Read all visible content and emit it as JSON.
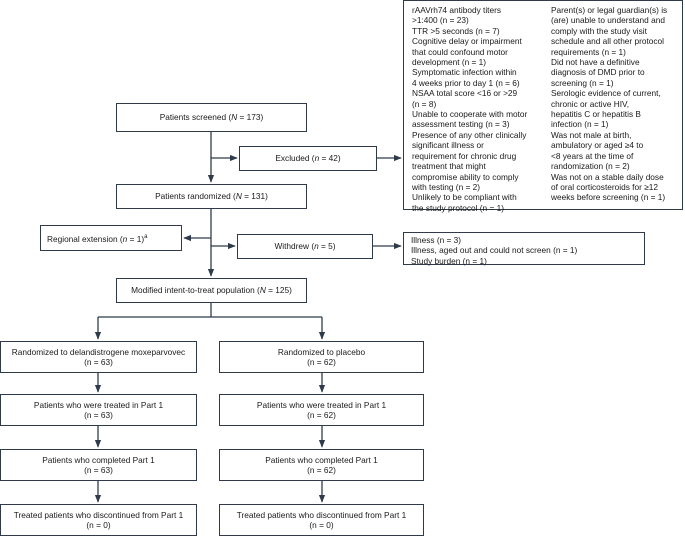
{
  "screened": {
    "pre": "Patients screened (",
    "var": "N",
    "post": " = 173)"
  },
  "excluded": {
    "pre": "Excluded (",
    "var": "n",
    "post": " = 42)"
  },
  "randomized": {
    "pre": "Patients randomized (",
    "var": "N",
    "post": " = 131)"
  },
  "regional": {
    "pre": "Regional extension (",
    "var": "n",
    "post": " = 1)",
    "sup": "a"
  },
  "withdrew": {
    "pre": "Withdrew (",
    "var": "n",
    "post": " = 5)"
  },
  "mitt": {
    "pre": "Modified intent-to-treat population (",
    "var": "N",
    "post": " = 125)"
  },
  "exclusion_reasons_left": [
    "rAAVrh74 antibody titers",
    ">1:400 (n = 23)",
    "TTR >5 seconds (n = 7)",
    "Cognitive delay or impairment",
    "that could confound motor",
    "development (n = 1)",
    "Symptomatic infection within",
    "4 weeks prior to day 1 (n = 6)",
    "NSAA total score <16 or >29",
    "(n = 8)",
    "Unable to cooperate with motor",
    "assessment testing (n = 3)",
    "Presence of any other clinically",
    "significant illness or",
    "requirement for chronic drug",
    "treatment that might",
    "compromise ability to comply",
    "with testing (n = 2)",
    "Unlikely to be compliant with",
    "the study protocol (n = 1)"
  ],
  "exclusion_reasons_right": [
    "Parent(s) or legal guardian(s) is",
    "(are) unable to understand and",
    "comply with the study visit",
    "schedule and all other protocol",
    "requirements (n = 1)",
    "Did not have a definitive",
    "diagnosis of DMD prior to",
    "screening (n = 1)",
    "Serologic evidence of current,",
    "chronic or active HIV,",
    "hepatitis C or hepatitis B",
    "infection (n = 1)",
    "Was not male at birth,",
    "ambulatory or aged ≥4 to",
    "<8 years at the time of",
    "randomization (n = 2)",
    "Was not on a stable daily dose",
    "of oral corticosteroids for ≥12",
    "weeks before screening (n = 1)"
  ],
  "withdrew_reasons": [
    "Illness (n = 3)",
    "Illness, aged out and could not screen (n = 1)",
    "Study burden (n = 1)"
  ],
  "arm_treatment": {
    "randomized": [
      "Randomized to delandistrogene moxeparvovec",
      "(n = 63)"
    ],
    "treated": [
      "Patients who were treated in Part 1",
      "(n = 63)"
    ],
    "completed": [
      "Patients who completed Part 1",
      "(n = 63)"
    ],
    "discontinued": [
      "Treated patients who discontinued from Part 1",
      "(n = 0)"
    ]
  },
  "arm_placebo": {
    "randomized": [
      "Randomized to placebo",
      "(n = 62)"
    ],
    "treated": [
      "Patients who were treated in Part 1",
      "(n = 62)"
    ],
    "completed": [
      "Patients who completed Part 1",
      "(n = 62)"
    ],
    "discontinued": [
      "Treated patients who discontinued from Part 1",
      "(n = 0)"
    ]
  }
}
